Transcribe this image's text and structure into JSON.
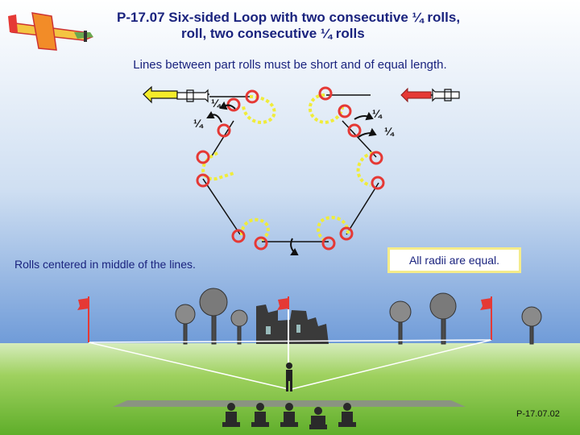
{
  "title_line1": "P-17.07 Six-sided Loop with two consecutive ¼ rolls,",
  "title_line2": "roll, two consecutive ¼ rolls",
  "subtitle": "Lines between part rolls must be short and of equal length.",
  "note_left": "Rolls centered in middle of the lines.",
  "note_right": "All radii are equal.",
  "figure_code": "P-17.07.02",
  "quarter_labels": [
    "¼",
    "¼",
    "¼",
    "¼"
  ],
  "colors": {
    "title": "#1a237e",
    "roll_marker": "#e53935",
    "loop_arc": "#f0ec3a",
    "entry_arrow": "#e53935",
    "exit_arrow": "#f5ec2a",
    "sky": "#5f8fd6",
    "grass": "#79c33c"
  }
}
